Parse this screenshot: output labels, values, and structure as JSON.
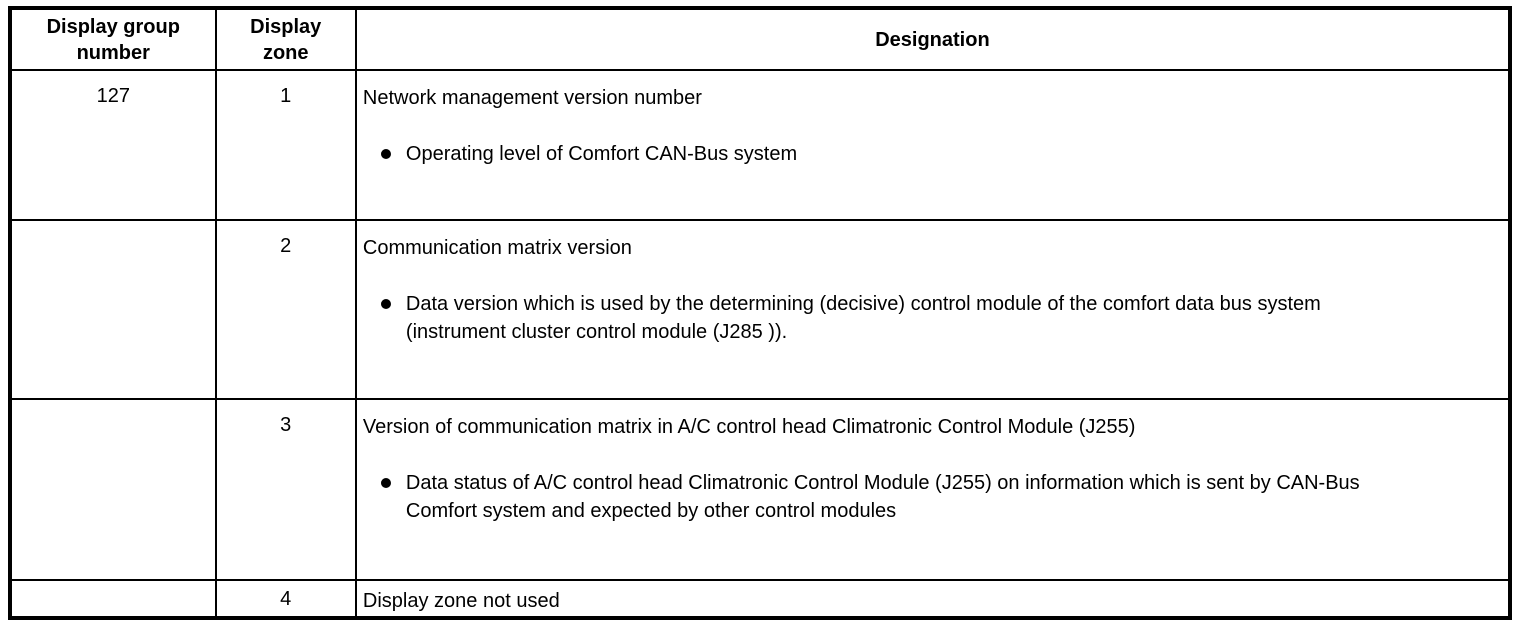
{
  "table": {
    "headers": {
      "group": "Display group number",
      "zone": "Display zone",
      "designation": "Designation"
    },
    "rows": [
      {
        "group": "127",
        "zone": "1",
        "title": "Network management version number",
        "bullets": [
          "Operating level of Comfort CAN-Bus system"
        ]
      },
      {
        "group": "",
        "zone": "2",
        "title": "Communication matrix version",
        "bullets": [
          "Data version which is used by the determining (decisive) control module of the comfort data bus system (instrument cluster control module (J285 ))."
        ]
      },
      {
        "group": "",
        "zone": "3",
        "title": "Version of communication matrix in A/C control head Climatronic Control Module (J255)",
        "bullets": [
          "Data status of A/C control head Climatronic Control Module (J255) on information which is sent by CAN-Bus Comfort system and expected by other control modules"
        ]
      },
      {
        "group": "",
        "zone": "4",
        "title": "Display zone not used",
        "bullets": []
      }
    ]
  }
}
